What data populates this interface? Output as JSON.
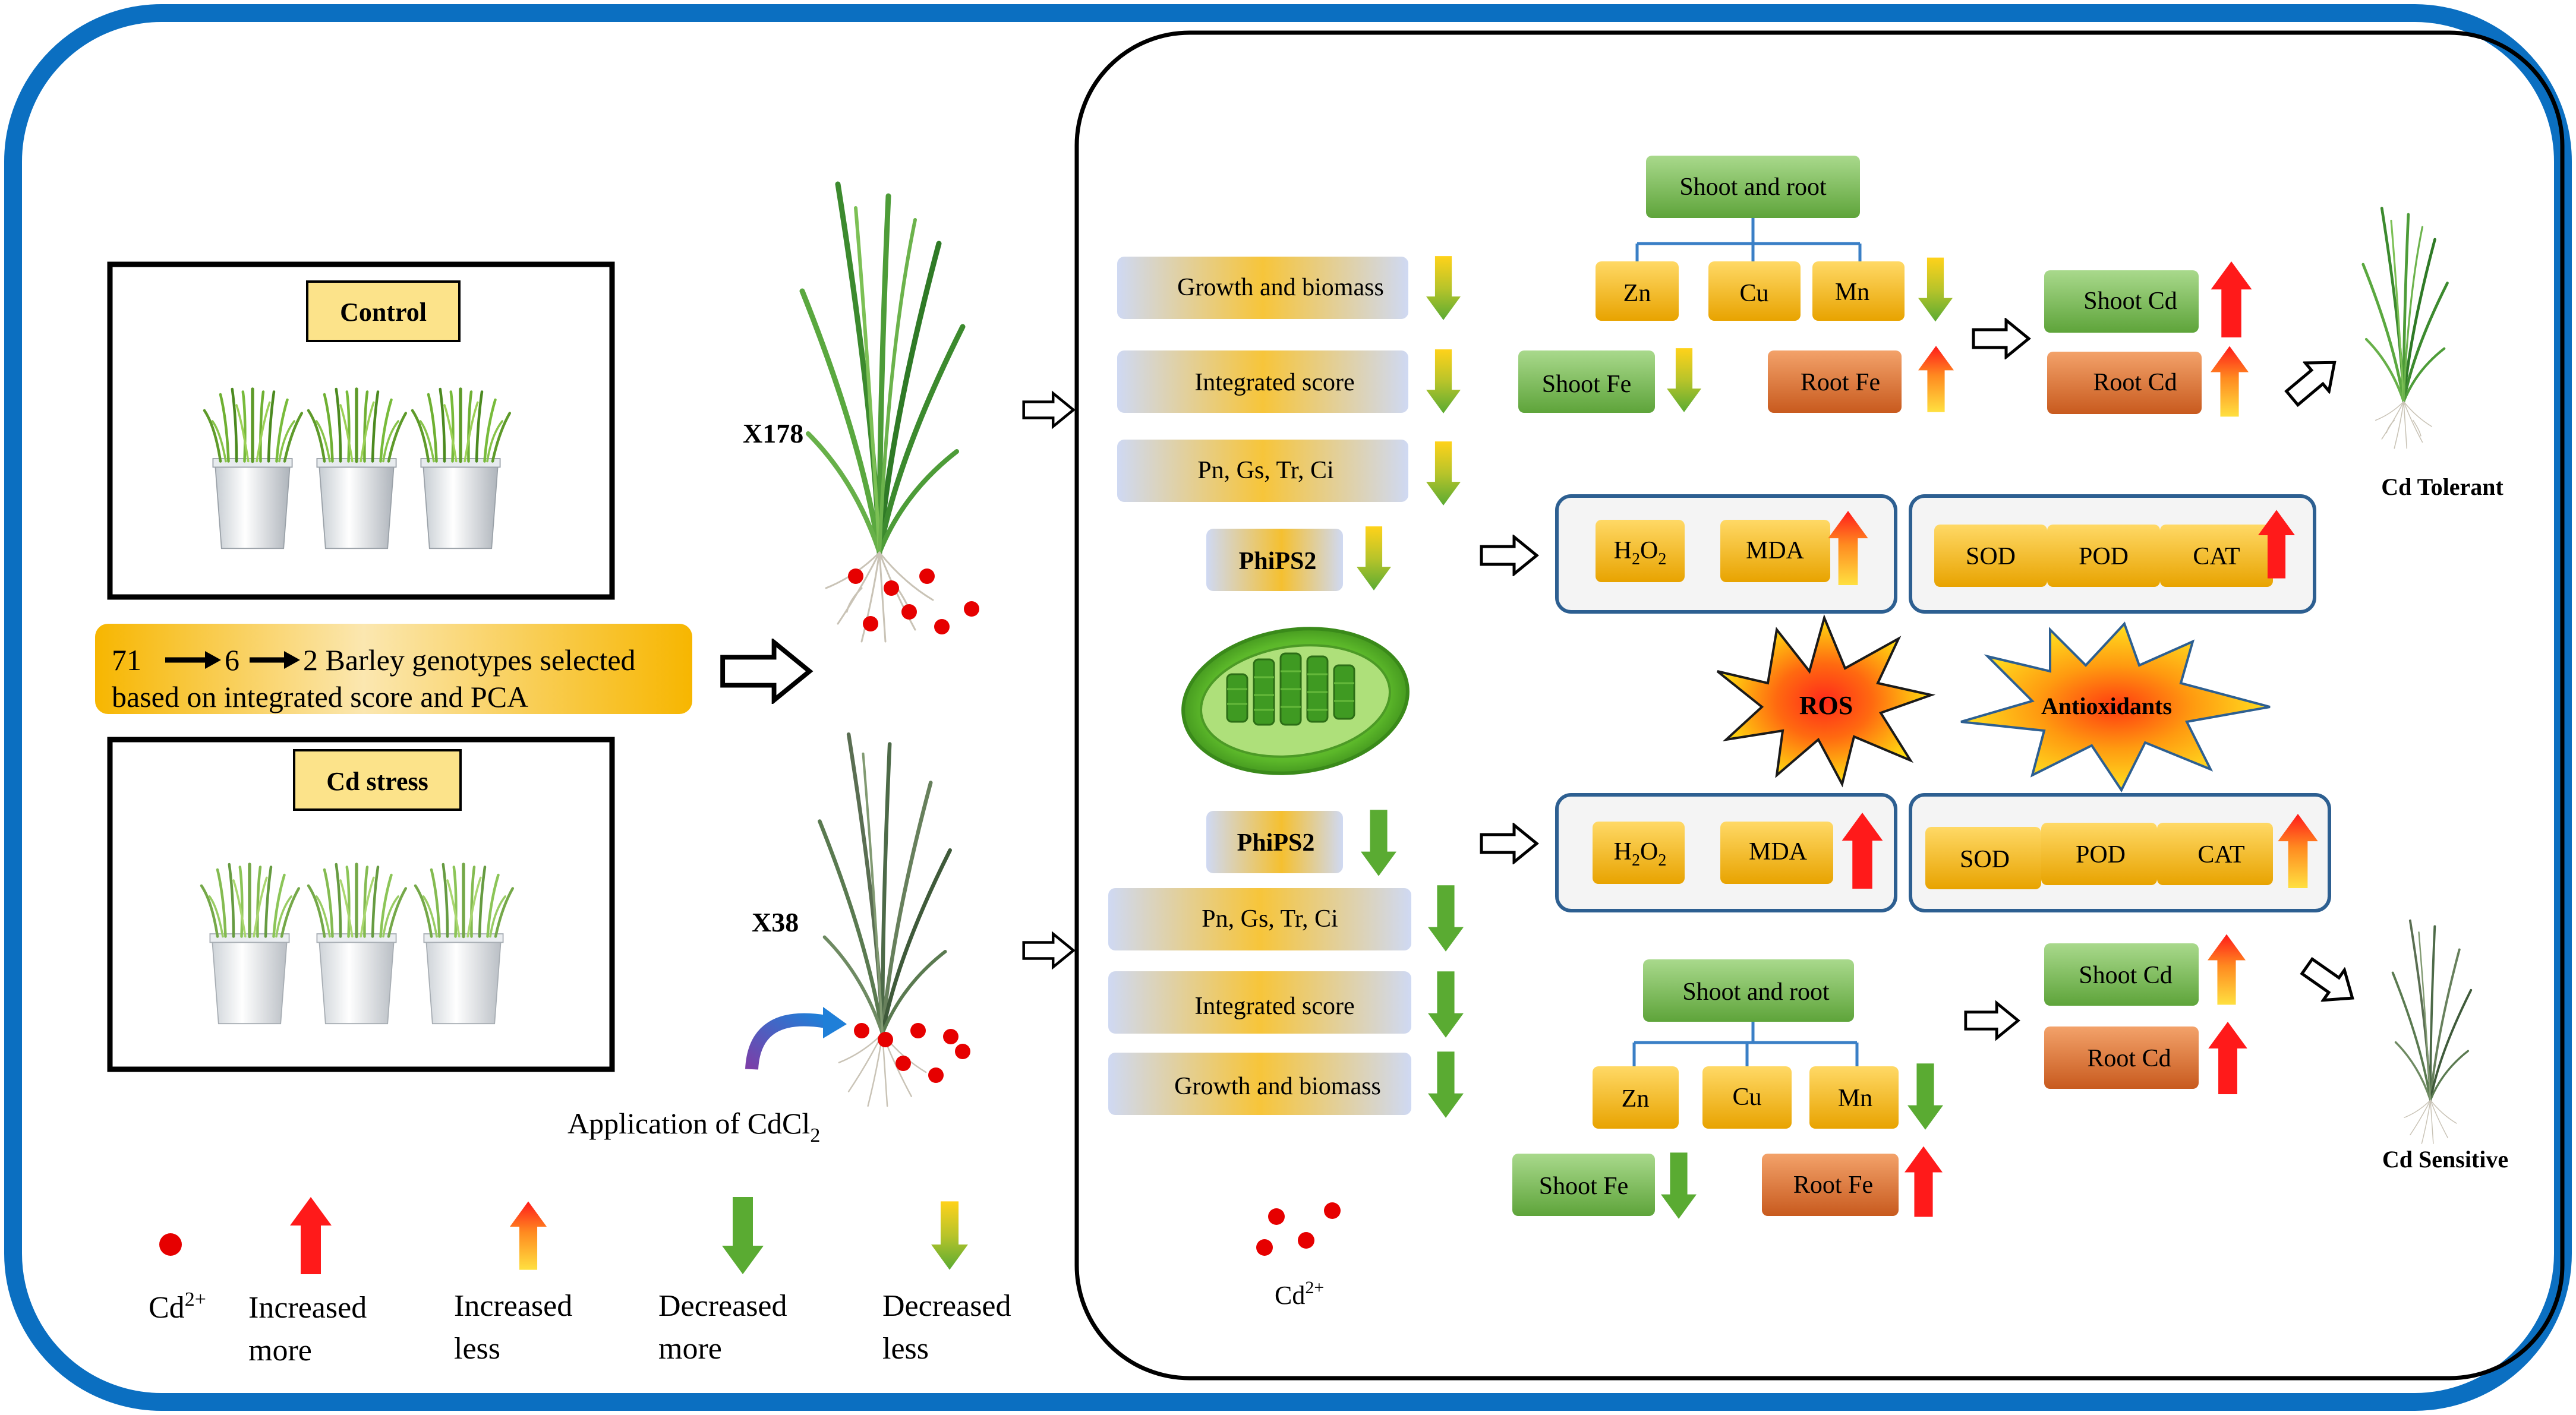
{
  "left_panel": {
    "control_label": "Control",
    "cd_stress_label": "Cd stress",
    "selection_text_line1_n1": "71",
    "selection_text_line1_n2": "6",
    "selection_text_line1_rest": "2  Barley genotypes selected",
    "selection_text_line2": "based on integrated score and PCA",
    "genotype_tolerant": "X178",
    "genotype_sensitive": "X38",
    "application_text": "Application of  CdCl",
    "application_sub": "2"
  },
  "legend": {
    "cd_ion": "Cd",
    "cd_sup": "2+",
    "inc_more_1": "Increased",
    "inc_more_2": "more",
    "inc_less_1": "Increased",
    "inc_less_2": "less",
    "dec_more_1": "Decreased",
    "dec_more_2": "more",
    "dec_less_1": "Decreased",
    "dec_less_2": "less"
  },
  "tolerant_pathway": {
    "growth": "Growth and biomass",
    "integrated": "Integrated score",
    "photosynthesis": "Pn, Gs, Tr, Ci",
    "phips2": "PhiPS2",
    "shoot_root": "Shoot and root",
    "zn": "Zn",
    "cu": "Cu",
    "mn": "Mn",
    "shoot_fe": "Shoot Fe",
    "root_fe": "Root Fe",
    "shoot_cd": "Shoot Cd",
    "root_cd": "Root Cd",
    "h2o2_main": "H",
    "h2o2_sub": "2",
    "h2o2_o": "O",
    "mda": "MDA",
    "sod": "SOD",
    "pod": "POD",
    "cat": "CAT",
    "outcome": "Cd Tolerant"
  },
  "center": {
    "ros": "ROS",
    "antioxidants": "Antioxidants",
    "cd_ion": "Cd",
    "cd_sup": "2+"
  },
  "sensitive_pathway": {
    "phips2": "PhiPS2",
    "photosynthesis": "Pn, Gs, Tr, Ci",
    "integrated": "Integrated score",
    "growth": "Growth and biomass",
    "h2o2_main": "H",
    "h2o2_sub": "2",
    "h2o2_o": "O",
    "mda": "MDA",
    "sod": "SOD",
    "pod": "POD",
    "cat": "CAT",
    "shoot_root": "Shoot and root",
    "zn": "Zn",
    "cu": "Cu",
    "mn": "Mn",
    "shoot_fe": "Shoot Fe",
    "root_fe": "Root Fe",
    "shoot_cd": "Shoot Cd",
    "root_cd": "Root Cd",
    "outcome": "Cd Sensitive"
  },
  "colors": {
    "frame_blue": "#0b6fc1",
    "increase_red": "#ff1a1a",
    "decrease_green": "#5aab32",
    "gold": "#f5b800",
    "ion_red": "#e60000"
  }
}
